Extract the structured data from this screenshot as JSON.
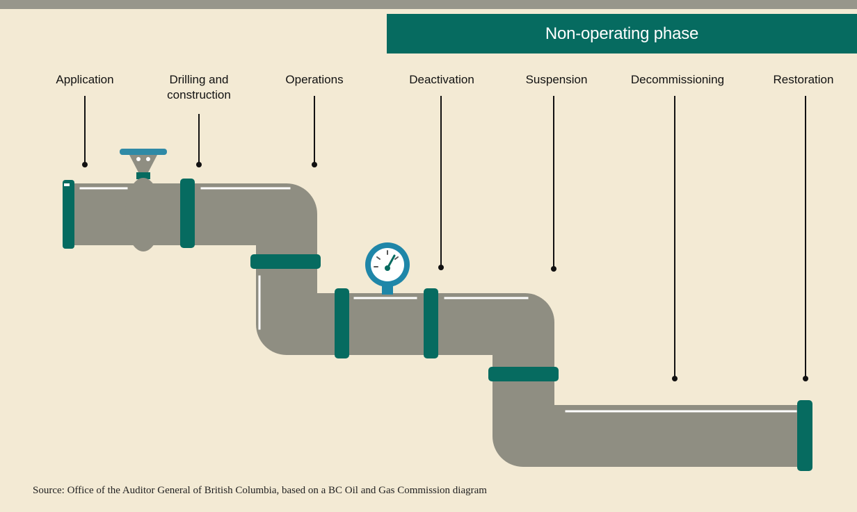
{
  "phase_banner": "Non-operating phase",
  "stages": [
    {
      "label": "Application"
    },
    {
      "label": "Drilling and\nconstruction"
    },
    {
      "label": "Operations"
    },
    {
      "label": "Deactivation"
    },
    {
      "label": "Suspension"
    },
    {
      "label": "Decommissioning"
    },
    {
      "label": "Restoration"
    }
  ],
  "source": "Source: Office of the Auditor General of British Columbia, based on a BC Oil and Gas Commission diagram",
  "colors": {
    "background": "#f3ead4",
    "top_bar": "#97968b",
    "banner": "#066b60",
    "pipe": "#8f8e82",
    "flange": "#066b60",
    "valve_handle": "#2f8aa6",
    "gauge": "#1f86a8"
  },
  "icons": [
    "valve-icon",
    "pressure-gauge-icon"
  ]
}
